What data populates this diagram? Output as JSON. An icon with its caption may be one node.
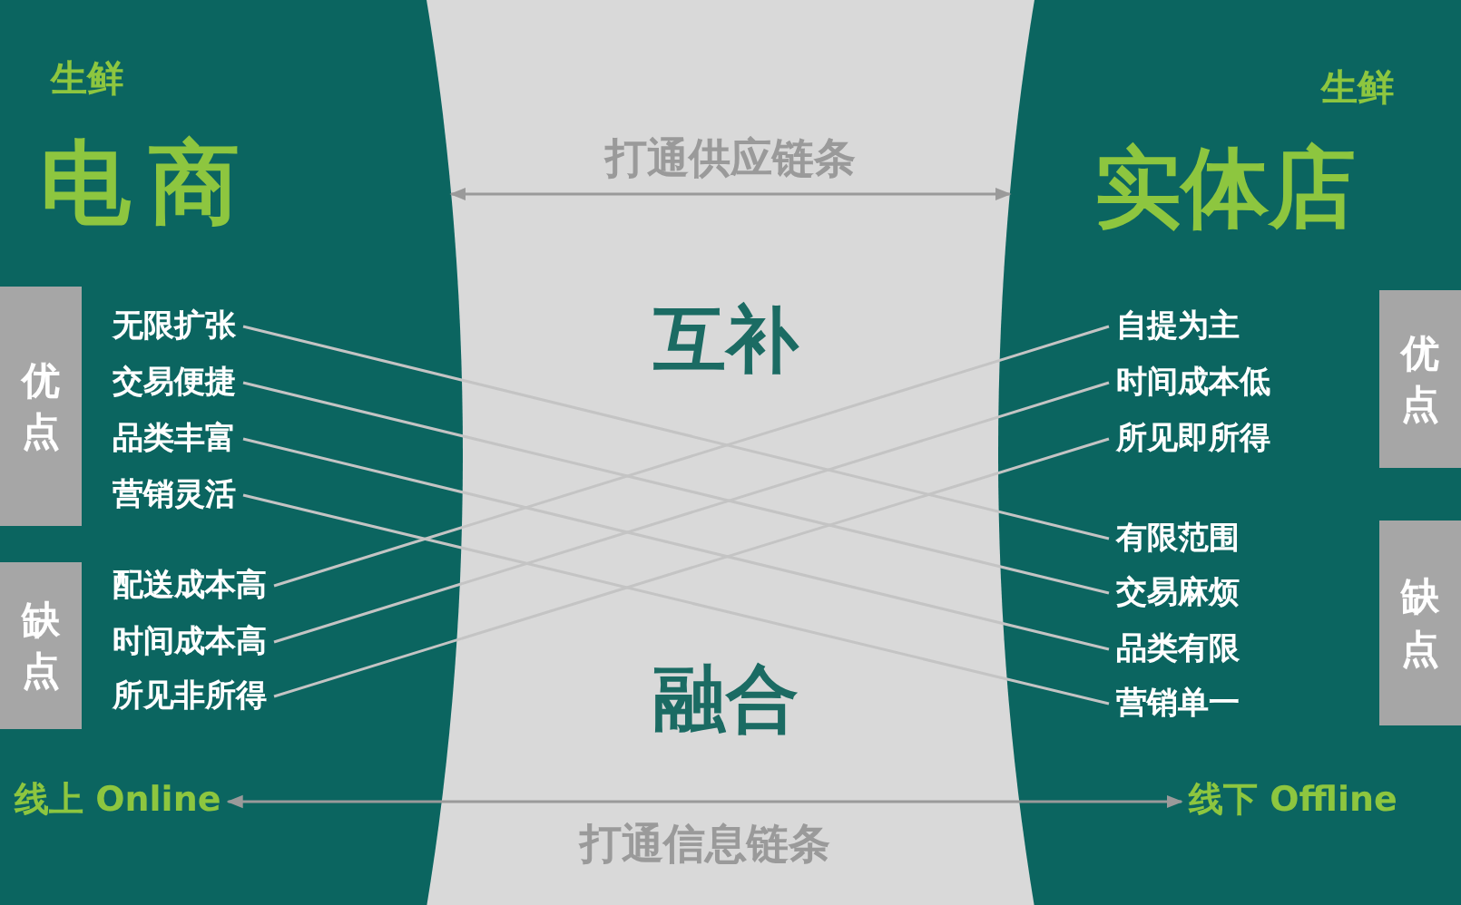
{
  "diagram": {
    "nodes": [
      {
        "text": [
          "生鲜",
          "电商"
        ]
      },
      {
        "text": [
          "线上 Online"
        ],
        "in": 0
      },
      {
        "text": [
          "优点"
        ],
        "in": 0
      },
      {
        "text": [
          "无限扩张"
        ],
        "in": 0
      },
      {
        "text": [
          "交易便捷"
        ],
        "in": 0
      },
      {
        "text": [
          "品类丰富"
        ],
        "in": 0
      },
      {
        "text": [
          "营销灵活"
        ],
        "in": 0
      },
      {
        "text": [
          "缺点"
        ],
        "in": 0
      },
      {
        "text": [
          "配送成本高"
        ],
        "in": 0
      },
      {
        "text": [
          "时间成本高"
        ],
        "in": 0
      },
      {
        "text": [
          "所见非所得"
        ],
        "in": 0
      },
      {
        "text": [
          "生鲜",
          "实体店"
        ]
      },
      {
        "text": [
          "线下 Offline"
        ],
        "in": 11
      },
      {
        "text": [
          "优点"
        ],
        "in": 11
      },
      {
        "text": [
          "自提为主"
        ],
        "in": 11
      },
      {
        "text": [
          "时间成本低"
        ],
        "in": 11
      },
      {
        "text": [
          "所见即所得"
        ],
        "in": 11
      },
      {
        "text": [
          "缺点"
        ],
        "in": 11
      },
      {
        "text": [
          "有限范围"
        ],
        "in": 11
      },
      {
        "text": [
          "交易麻烦"
        ],
        "in": 11
      },
      {
        "text": [
          "品类有限"
        ],
        "in": 11
      },
      {
        "text": [
          "营销单一"
        ],
        "in": 11
      }
    ],
    "edges": [
      {
        "from": 0,
        "to": 11,
        "arrow": "both",
        "label": "打通供应链条",
        "color": "#9a9a9a"
      },
      {
        "from": 1,
        "to": 12,
        "arrow": "both",
        "label": "打通信息链条",
        "color": "#9a9a9a"
      },
      {
        "from": 3,
        "to": 18,
        "arrow": "none"
      },
      {
        "from": 4,
        "to": 19,
        "arrow": "none"
      },
      {
        "from": 5,
        "to": 20,
        "arrow": "none"
      },
      {
        "from": 6,
        "to": 21,
        "arrow": "none"
      },
      {
        "from": 8,
        "to": 14,
        "arrow": "none"
      },
      {
        "from": 9,
        "to": 15,
        "arrow": "none"
      },
      {
        "from": 10,
        "to": 16,
        "arrow": "none"
      }
    ],
    "labels": [
      "互补",
      "融合"
    ]
  }
}
